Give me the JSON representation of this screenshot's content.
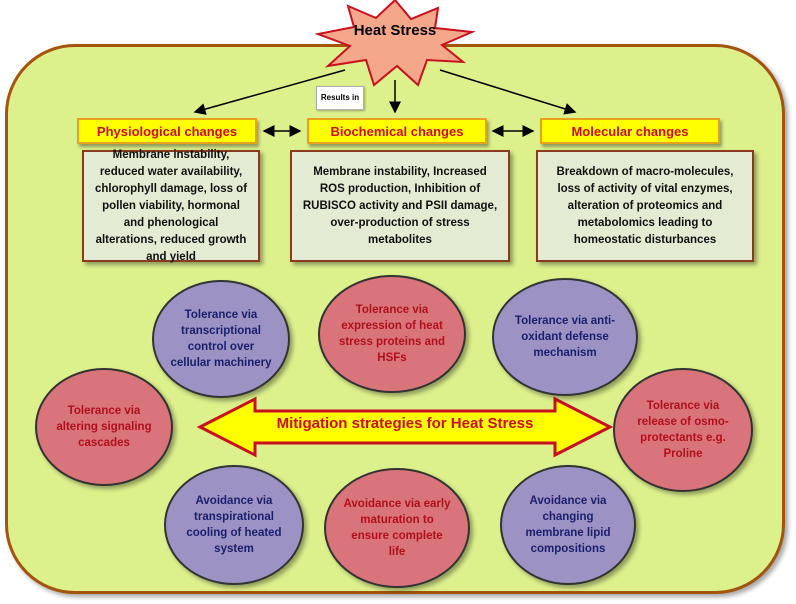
{
  "title": "Heat Stress",
  "results_label": "Results in",
  "headers": {
    "physiological": "Physiological changes",
    "biochemical": "Biochemical changes",
    "molecular": "Molecular changes"
  },
  "boxes": {
    "physiological": "Membrane instability, reduced water availability, chlorophyll damage, loss of pollen viability, hormonal and phenological alterations, reduced growth and yield",
    "biochemical": "Membrane instability, Increased ROS production, Inhibition of RUBISCO activity and PSII damage, over-production of stress metabolites",
    "molecular": "Breakdown of macro-molecules, loss of activity of vital enzymes, alteration of proteomics and metabolomics leading to homeostatic disturbances"
  },
  "mitigation_label": "Mitigation strategies for Heat Stress",
  "strategies": {
    "transcriptional": "Tolerance via transcriptional control over cellular machinery",
    "heat_shock": "Tolerance via expression of heat stress proteins and HSFs",
    "antioxidant": "Tolerance via anti-oxidant defense mechanism",
    "signaling": "Tolerance via altering signaling cascades",
    "osmoprotectants": "Tolerance via release of osmo-protectants e.g. Proline",
    "transpirational": "Avoidance via transpirational cooling of heated system",
    "early_maturation": "Avoidance via early maturation to ensure complete life",
    "membrane_lipid": "Avoidance via changing membrane lipid compositions"
  },
  "colors": {
    "panel": "#dcf08c",
    "panel_border": "#a4540c",
    "header_fill": "#ffff00",
    "header_text": "#c8101e",
    "starburst": "#f5a78a",
    "purple_circle": "#9c92c4",
    "pink_circle": "#d9747a",
    "arrow_fill": "#ffff00",
    "arrow_border": "#c8101e"
  }
}
